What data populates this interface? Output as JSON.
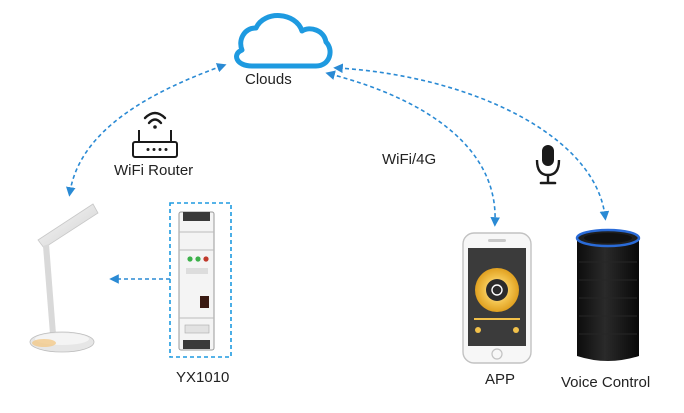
{
  "labels": {
    "cloud": "Clouds",
    "router": "WiFi Router",
    "link": "WiFi/4G",
    "module": "YX1010",
    "app": "APP",
    "voice": "Voice Control"
  },
  "colors": {
    "accent": "#1e9ae0",
    "arrow": "#2a8ad4",
    "icon_dark": "#1a1a1a",
    "speaker": "#161616",
    "speaker_ring": "#2a6bd8"
  },
  "icons": [
    "cloud-icon",
    "router-icon",
    "microphone-icon",
    "desk-lamp-icon",
    "smartphone-icon",
    "smart-speaker-icon",
    "din-rail-module-icon"
  ]
}
